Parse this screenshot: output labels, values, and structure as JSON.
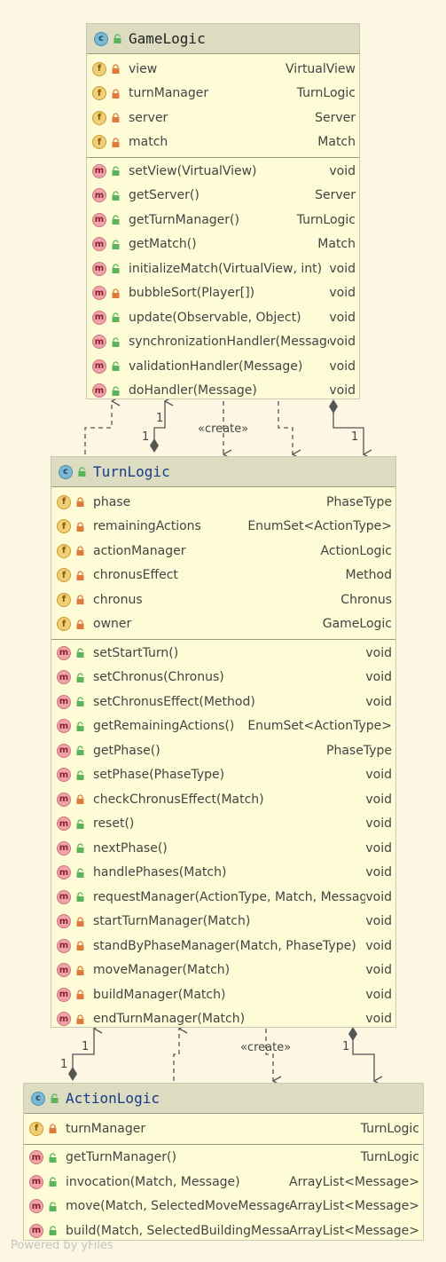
{
  "game_logic": {
    "title": "GameLogic",
    "fields": [
      {
        "name": "view",
        "type": "VirtualView",
        "visibility": "private"
      },
      {
        "name": "turnManager",
        "type": "TurnLogic",
        "visibility": "private"
      },
      {
        "name": "server",
        "type": "Server",
        "visibility": "private"
      },
      {
        "name": "match",
        "type": "Match",
        "visibility": "private"
      }
    ],
    "methods": [
      {
        "name": "setView(VirtualView)",
        "type": "void",
        "visibility": "public"
      },
      {
        "name": "getServer()",
        "type": "Server",
        "visibility": "public"
      },
      {
        "name": "getTurnManager()",
        "type": "TurnLogic",
        "visibility": "public"
      },
      {
        "name": "getMatch()",
        "type": "Match",
        "visibility": "public"
      },
      {
        "name": "initializeMatch(VirtualView, int)",
        "type": "void",
        "visibility": "public"
      },
      {
        "name": "bubbleSort(Player[])",
        "type": "void",
        "visibility": "private"
      },
      {
        "name": "update(Observable, Object)",
        "type": "void",
        "visibility": "public"
      },
      {
        "name": "synchronizationHandler(Message)",
        "type": "void",
        "visibility": "public"
      },
      {
        "name": "validationHandler(Message)",
        "type": "void",
        "visibility": "public"
      },
      {
        "name": "doHandler(Message)",
        "type": "void",
        "visibility": "public"
      }
    ]
  },
  "turn_logic": {
    "title": "TurnLogic",
    "fields": [
      {
        "name": "phase",
        "type": "PhaseType",
        "visibility": "private"
      },
      {
        "name": "remainingActions",
        "type": "EnumSet<ActionType>",
        "visibility": "private"
      },
      {
        "name": "actionManager",
        "type": "ActionLogic",
        "visibility": "private"
      },
      {
        "name": "chronusEffect",
        "type": "Method",
        "visibility": "private"
      },
      {
        "name": "chronus",
        "type": "Chronus",
        "visibility": "private"
      },
      {
        "name": "owner",
        "type": "GameLogic",
        "visibility": "private"
      }
    ],
    "methods": [
      {
        "name": "setStartTurn()",
        "type": "void",
        "visibility": "public"
      },
      {
        "name": "setChronus(Chronus)",
        "type": "void",
        "visibility": "public"
      },
      {
        "name": "setChronusEffect(Method)",
        "type": "void",
        "visibility": "public"
      },
      {
        "name": "getRemainingActions()",
        "type": "EnumSet<ActionType>",
        "visibility": "public"
      },
      {
        "name": "getPhase()",
        "type": "PhaseType",
        "visibility": "public"
      },
      {
        "name": "setPhase(PhaseType)",
        "type": "void",
        "visibility": "public"
      },
      {
        "name": "checkChronusEffect(Match)",
        "type": "void",
        "visibility": "private"
      },
      {
        "name": "reset()",
        "type": "void",
        "visibility": "public"
      },
      {
        "name": "nextPhase()",
        "type": "void",
        "visibility": "public"
      },
      {
        "name": "handlePhases(Match)",
        "type": "void",
        "visibility": "public"
      },
      {
        "name": "requestManager(ActionType, Match, Message)",
        "type": "void",
        "visibility": "public"
      },
      {
        "name": "startTurnManager(Match)",
        "type": "void",
        "visibility": "private"
      },
      {
        "name": "standByPhaseManager(Match, PhaseType)",
        "type": "void",
        "visibility": "private"
      },
      {
        "name": "moveManager(Match)",
        "type": "void",
        "visibility": "private"
      },
      {
        "name": "buildManager(Match)",
        "type": "void",
        "visibility": "private"
      },
      {
        "name": "endTurnManager(Match)",
        "type": "void",
        "visibility": "private"
      }
    ]
  },
  "action_logic": {
    "title": "ActionLogic",
    "fields": [
      {
        "name": "turnManager",
        "type": "TurnLogic",
        "visibility": "private"
      }
    ],
    "methods": [
      {
        "name": "getTurnManager()",
        "type": "TurnLogic",
        "visibility": "public"
      },
      {
        "name": "invocation(Match, Message)",
        "type": "ArrayList<Message>",
        "visibility": "public"
      },
      {
        "name": "move(Match, SelectedMoveMessage)",
        "type": "ArrayList<Message>",
        "visibility": "public"
      },
      {
        "name": "build(Match, SelectedBuildingMessage)",
        "type": "ArrayList<Message>",
        "visibility": "public"
      }
    ]
  },
  "relations": {
    "create_label_top": "«create»",
    "create_label_bottom": "«create»",
    "mult_one": "1"
  },
  "footer": "Powered by yFiles"
}
